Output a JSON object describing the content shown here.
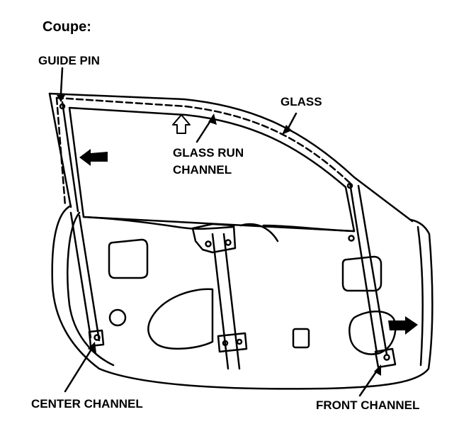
{
  "heading": "Coupe:",
  "labels": {
    "guide_pin": "GUIDE PIN",
    "glass": "GLASS",
    "glass_run_line1": "GLASS RUN",
    "glass_run_line2": "CHANNEL",
    "center_channel": "CENTER CHANNEL",
    "front_channel": "FRONT CHANNEL"
  },
  "colors": {
    "ink": "#000000",
    "paper": "#ffffff"
  }
}
